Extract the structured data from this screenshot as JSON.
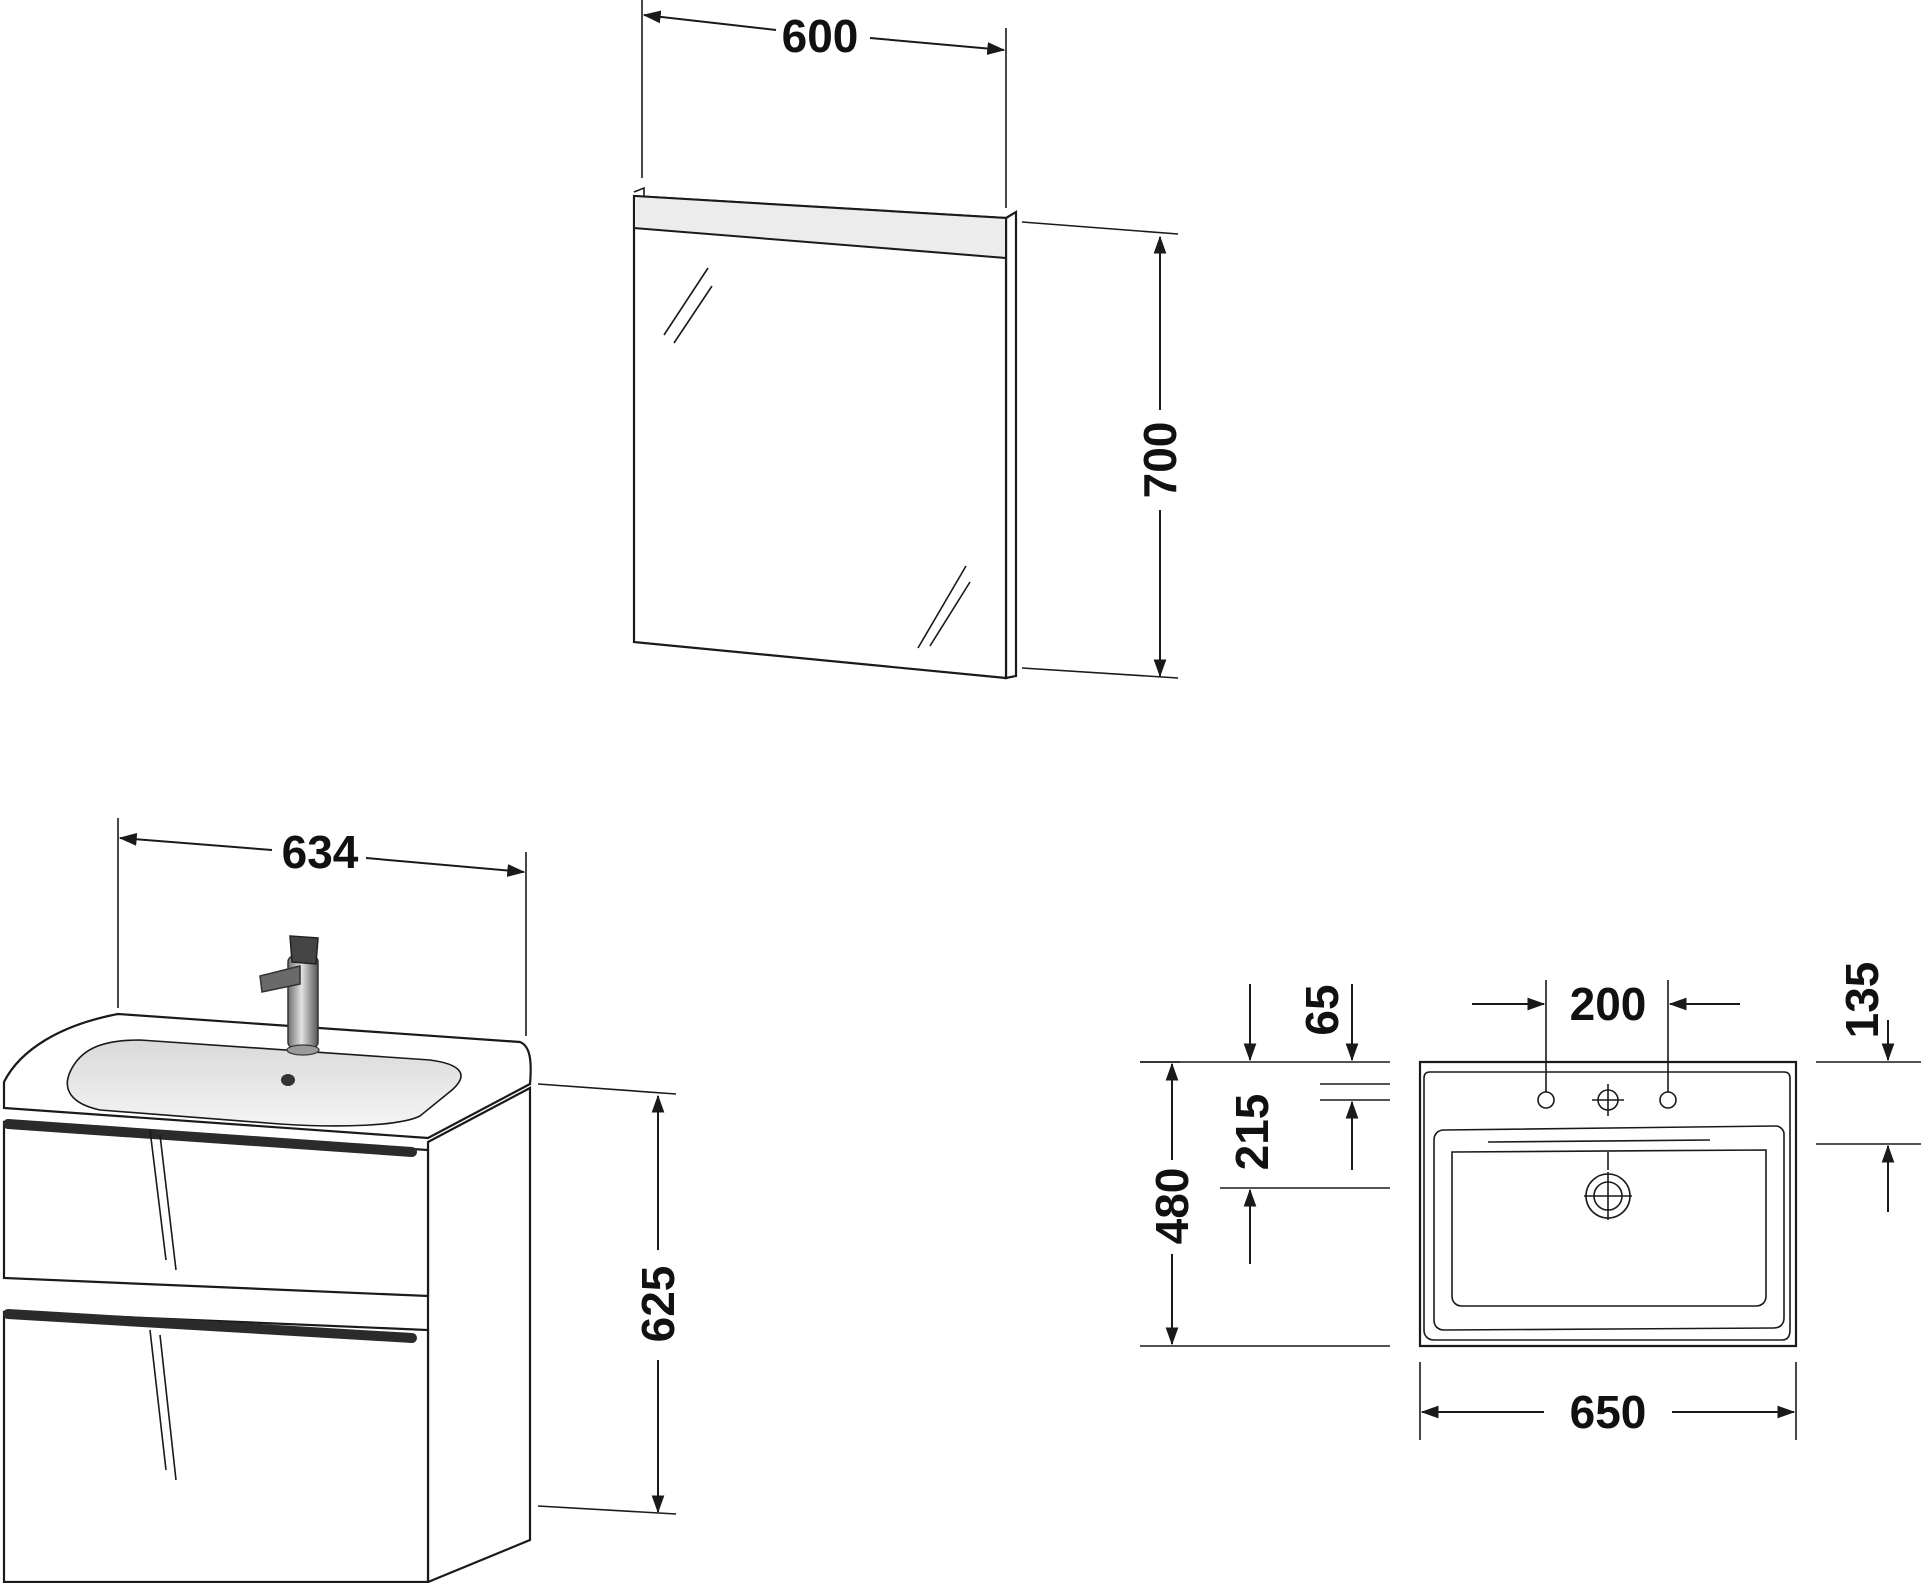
{
  "dimensions": {
    "mirror_width": "600",
    "mirror_height": "700",
    "vanity_width": "634",
    "vanity_height": "625",
    "basin_tap_offset": "65",
    "basin_tap_hole_spacing": "200",
    "basin_depth_offset_right": "135",
    "basin_overflow_offset": "215",
    "basin_depth": "480",
    "basin_width": "650"
  },
  "colors": {
    "line": "#1a1a1a",
    "handle": "#2b2b2b",
    "light_bar": "#ececec",
    "cabinet_side": "#f3f3f3",
    "bowl": "#e6e6e6"
  }
}
